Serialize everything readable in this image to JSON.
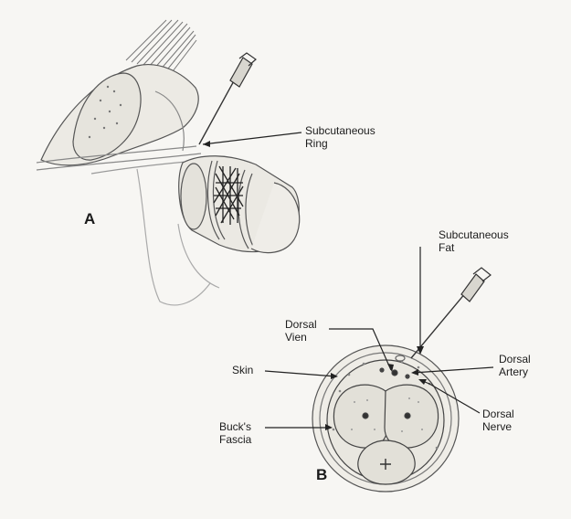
{
  "panels": {
    "a": "A",
    "b": "B"
  },
  "labels": {
    "subcutaneous_ring": [
      "Subcutaneous",
      "Ring"
    ],
    "subcutaneous_fat": [
      "Subcutaneous",
      "Fat"
    ],
    "dorsal_vien": [
      "Dorsal",
      "Vien"
    ],
    "dorsal_artery": [
      "Dorsal",
      "Artery"
    ],
    "dorsal_nerve": [
      "Dorsal",
      "Nerve"
    ],
    "skin": "Skin",
    "bucks_fascia": [
      "Buck's",
      "Fascia"
    ]
  },
  "colors": {
    "ink": "#1c1c1c",
    "shade": "#bdbbb5",
    "paper": "#f7f6f3"
  }
}
